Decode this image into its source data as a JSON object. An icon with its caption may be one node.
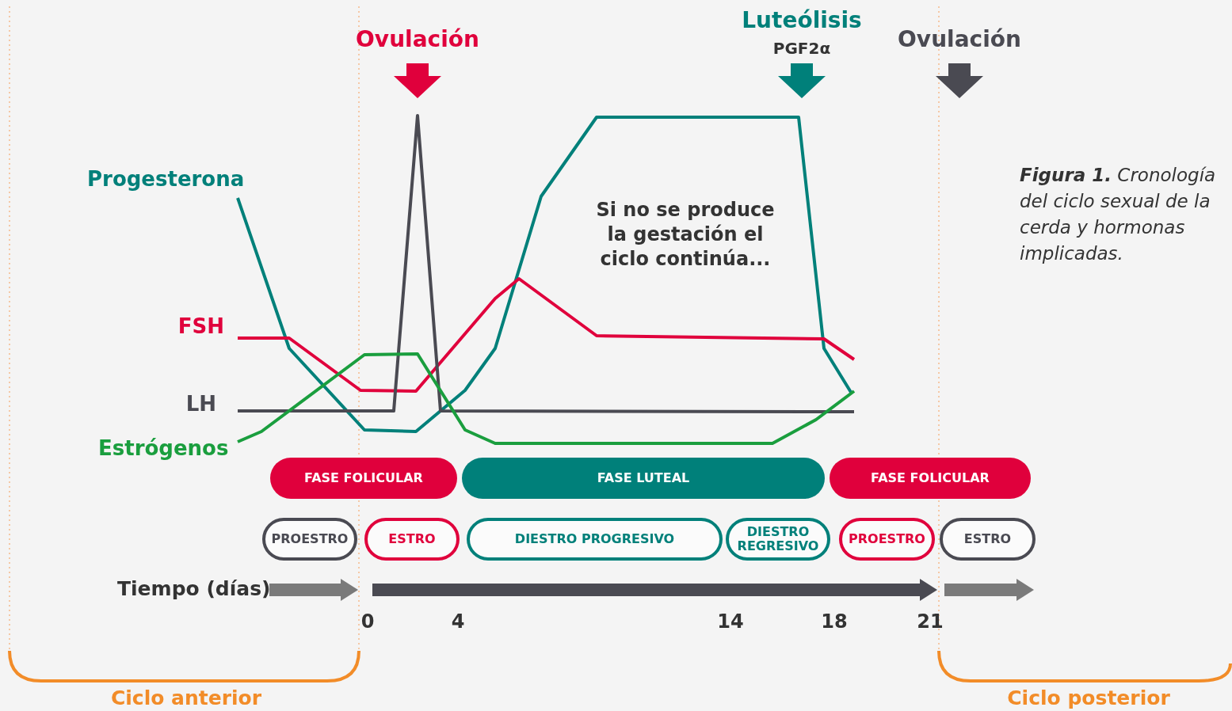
{
  "diagram": {
    "caption": "**Figura 1.** Cronología del ciclo sexual de la cerda y hormonas implicadas.",
    "nodes": [
      {
        "text": [
          "FASE FOLICULAR"
        ]
      },
      {
        "text": [
          "FASE LUTEAL"
        ]
      },
      {
        "text": [
          "FASE FOLICULAR"
        ]
      },
      {
        "text": [
          "PROESTRO"
        ]
      },
      {
        "text": [
          "ESTRO"
        ]
      },
      {
        "text": [
          "DIESTRO PROGRESIVO"
        ]
      },
      {
        "text": [
          "DIESTRO REGRESIVO"
        ]
      },
      {
        "text": [
          "PROESTRO"
        ]
      },
      {
        "text": [
          "ESTRO"
        ]
      }
    ],
    "labels": [
      "Ovulación",
      "Luteólisis",
      "PGF2α",
      "Ovulación",
      "Progesterona",
      "Si no se produce la gestación el ciclo continúa...",
      "FSH",
      "LH",
      "Estrógenos",
      "Tiempo (días)",
      "0",
      "4",
      "14",
      "18",
      "21",
      "Ciclo anterior",
      "Ciclo posterior"
    ]
  }
}
